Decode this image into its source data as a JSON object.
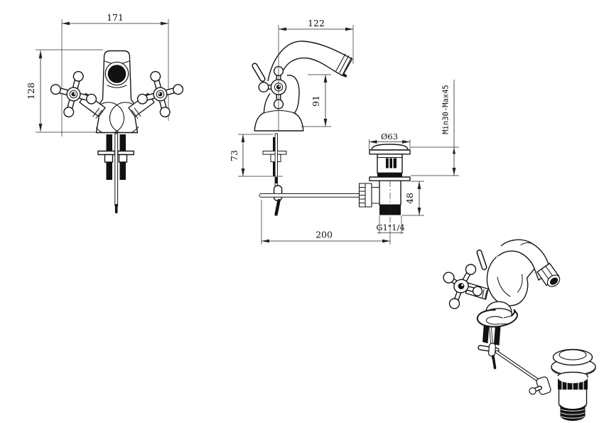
{
  "drawing": {
    "type": "technical-drawing",
    "subject": "bidet mixer tap with pop-up waste",
    "colors": {
      "background": "#ffffff",
      "line": "#161616",
      "dimension": "#222222"
    },
    "dimensions": {
      "front_width": "171",
      "front_height": "128",
      "spout_reach": "122",
      "spout_height": "91",
      "shank_length": "73",
      "rod_length": "200",
      "drain_diameter": "Ø63",
      "drain_height": "48",
      "drain_thread": "G1\"1/4",
      "mounting_range": "Min30-Max45"
    }
  }
}
